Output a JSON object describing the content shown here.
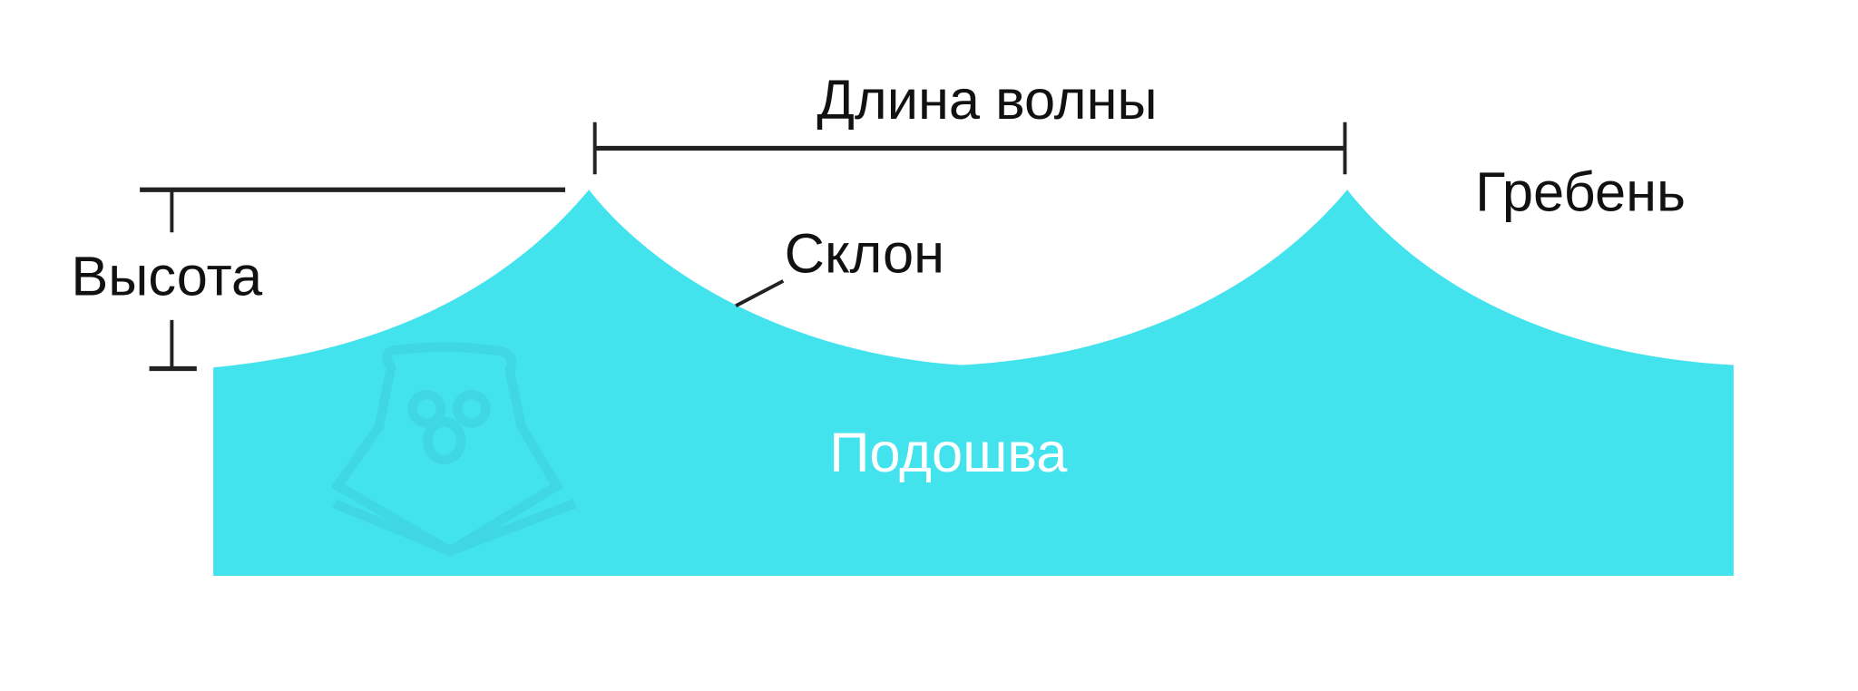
{
  "title": "Длина волны",
  "labels": {
    "wavelength": "Длина волны",
    "crest": "Гребень",
    "slope": "Склон",
    "height": "Высота",
    "trough": "Подошва"
  },
  "colors": {
    "wave": "#43e3ee",
    "lines": "#222222",
    "watermark": "#3fd3dc"
  },
  "icons": [
    "bear-watermark-icon"
  ]
}
